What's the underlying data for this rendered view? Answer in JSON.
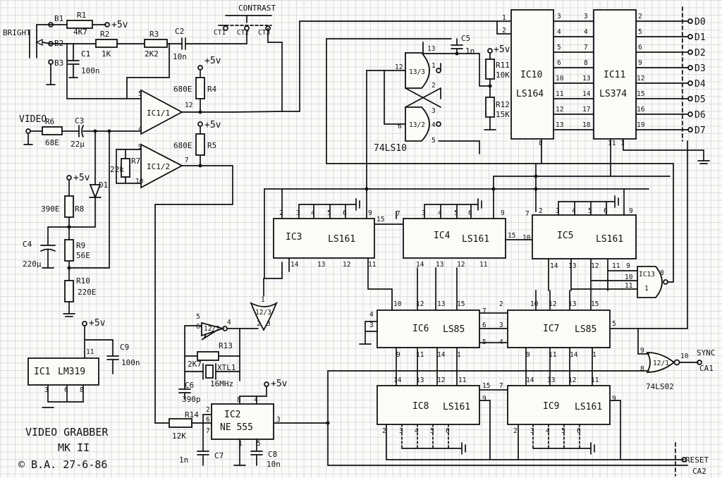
{
  "title": {
    "line1": "VIDEO GRABBER",
    "line2": "MK II",
    "line3": "© B.A. 27-6-86"
  },
  "labels": {
    "bright": "BRIGHT",
    "contrast": "CONTRAST",
    "video": "VIDEO",
    "plus5v": "+5v",
    "ls10": "74LS10",
    "ls02": "74LS02",
    "sync": "SYNC",
    "ca1": "CA1",
    "reset": "RESET",
    "ca2": "CA2"
  },
  "outputs": [
    "D0",
    "D1",
    "D2",
    "D3",
    "D4",
    "D5",
    "D6",
    "D7"
  ],
  "components": {
    "b1": "B1",
    "b2": "B2",
    "b3": "B3",
    "r1": "R1",
    "r1v": "4K7",
    "r2": "R2",
    "r2v": "1K",
    "r3": "R3",
    "r3v": "2K2",
    "c1": "C1",
    "c1v": "100n",
    "c2": "C2",
    "c2v": "10n",
    "ct1": "CT1",
    "ct2": "CT2",
    "ct3": "CT3",
    "r4": "R4",
    "r4v": "680E",
    "r5": "R5",
    "r5v": "680E",
    "r6": "R6",
    "r6v": "68E",
    "c3": "C3",
    "c3v": "22μ",
    "r7": "R7",
    "r7v": "22k",
    "d1": "D1",
    "r8": "R8",
    "r8v": "390E",
    "c4": "C4",
    "c4v": "220μ",
    "r9": "R9",
    "r9v": "56E",
    "r10": "R10",
    "r10v": "220E",
    "c5": "C5",
    "c5v": "1n",
    "r11": "R11",
    "r11v": "10K",
    "r12": "R12",
    "r12v": "15K",
    "r13": "R13",
    "r13v": "2K7",
    "xtl": "XTL1",
    "xtlv": "16MHz",
    "c6": "C6",
    "c6v": "390p",
    "r14": "R14",
    "r14v": "12K",
    "c7": "C7",
    "c7v": "1n",
    "c8": "C8",
    "c8v": "10n",
    "c9": "C9",
    "c9v": "100n"
  },
  "chips": {
    "ic11": "IC1/1",
    "ic12": "IC1/2",
    "ic1": "IC1",
    "ic1t": "LM319",
    "ic2": "IC2",
    "ic2t": "NE 555",
    "ic3": "IC3",
    "ic3t": "LS161",
    "ic4": "IC4",
    "ic4t": "LS161",
    "ic5": "IC5",
    "ic5t": "LS161",
    "ic6": "IC6",
    "ic6t": "LS85",
    "ic7": "IC7",
    "ic7t": "LS85",
    "ic8": "IC8",
    "ic8t": "LS161",
    "ic9": "IC9",
    "ic9t": "LS161",
    "ic10": "IC10",
    "ic10t": "LS164",
    "ic11c": "IC11",
    "ic11t": "LS374",
    "ic13": "IC13",
    "ic13n": "1",
    "g133": "13/3",
    "g132": "13/2",
    "g123": "12/3",
    "g122": "12/2",
    "g121": "12/1"
  }
}
